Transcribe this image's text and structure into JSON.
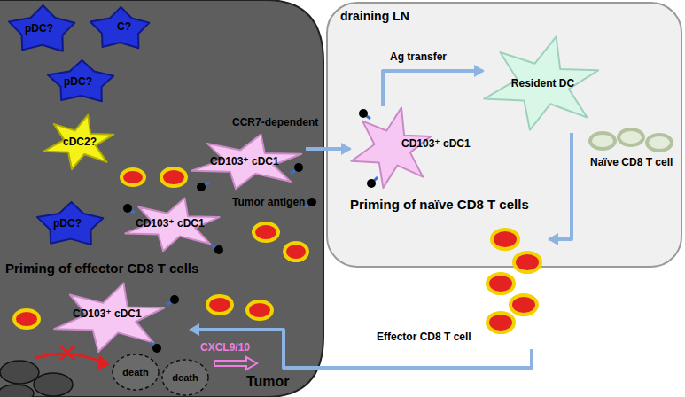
{
  "diagram": {
    "nodes": [
      {
        "text": [
          "Tumor"
        ]
      },
      {
        "text": [
          "pDC?"
        ],
        "in": 0
      },
      {
        "text": [
          "C?"
        ],
        "in": 0
      },
      {
        "text": [
          "pDC?"
        ],
        "in": 0
      },
      {
        "text": [
          "pDC?"
        ],
        "in": 0
      },
      {
        "text": [
          "cDC2?"
        ],
        "in": 0
      },
      {
        "text": [
          "CD103⁺ cDC1"
        ],
        "in": 0
      },
      {
        "text": [
          "CD103⁺ cDC1"
        ],
        "in": 0
      },
      {
        "text": [
          "CD103⁺ cDC1"
        ],
        "in": 0
      },
      {
        "text": [
          "draining LN"
        ]
      },
      {
        "text": [
          "CD103⁺ cDC1"
        ],
        "in": 9
      },
      {
        "text": [
          "Resident DC"
        ],
        "in": 9
      },
      {
        "text": [
          "Naïve CD8 T cell"
        ],
        "in": 9
      },
      {
        "text": [
          "Effector CD8 T cell"
        ]
      },
      {
        "text": [
          "death"
        ],
        "in": 0
      },
      {
        "text": [
          "death"
        ],
        "in": 0
      }
    ],
    "edges": [
      {
        "from": 6,
        "to": 10,
        "label": "CCR7-dependent",
        "arrow": "to"
      },
      {
        "from": 10,
        "to": 11,
        "label": "Ag transfer",
        "arrow": "to"
      },
      {
        "from": 11,
        "to": 13,
        "arrow": "to"
      },
      {
        "from": 13,
        "to": 8,
        "arrow": "to"
      }
    ],
    "labels": [
      "Tumor antigen",
      "Priming of effector CD8 T cells",
      "Priming of naïve CD8 T cells",
      "CXCL9/10"
    ]
  }
}
